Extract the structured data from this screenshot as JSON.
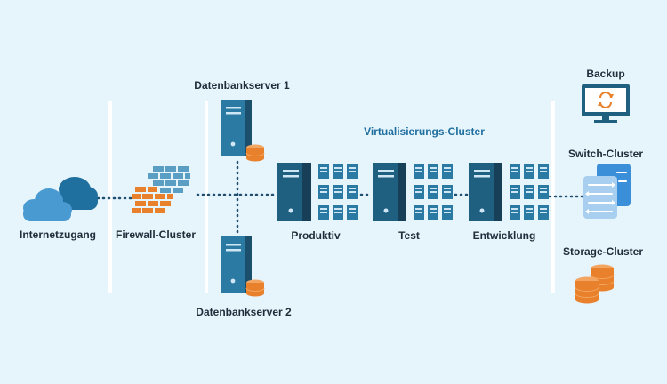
{
  "labels": {
    "internet": "Internetzugang",
    "firewall": "Firewall-Cluster",
    "db_server_1": "Datenbankserver 1",
    "db_server_2": "Datenbankserver 2",
    "virtualization": "Virtualisierungs-Cluster",
    "productive": "Produktiv",
    "test": "Test",
    "development": "Entwicklung",
    "backup": "Backup",
    "switch": "Switch-Cluster",
    "storage": "Storage-Cluster"
  },
  "icons": {
    "internet": "cloud-icon",
    "firewall": "brick-wall-icon",
    "db_server": "server-tower-with-database-icon",
    "vm_host": "server-rack-icon",
    "backup": "monitor-sync-icon",
    "switch": "network-switch-icon",
    "storage": "database-stack-icon"
  },
  "colors": {
    "background": "#e6f4fc",
    "server_dark": "#1f5f80",
    "server_mid": "#2a7aa3",
    "cloud_light": "#4a9ad2",
    "cloud_dark": "#1f6f9f",
    "wall_blue": "#5a9ec4",
    "wall_orange": "#e9812c",
    "database_orange": "#e9812c",
    "switch_blue": "#3b8fd8",
    "switch_light": "#a9cff0",
    "divider": "#ffffff",
    "connector": "#1f4f6f"
  }
}
